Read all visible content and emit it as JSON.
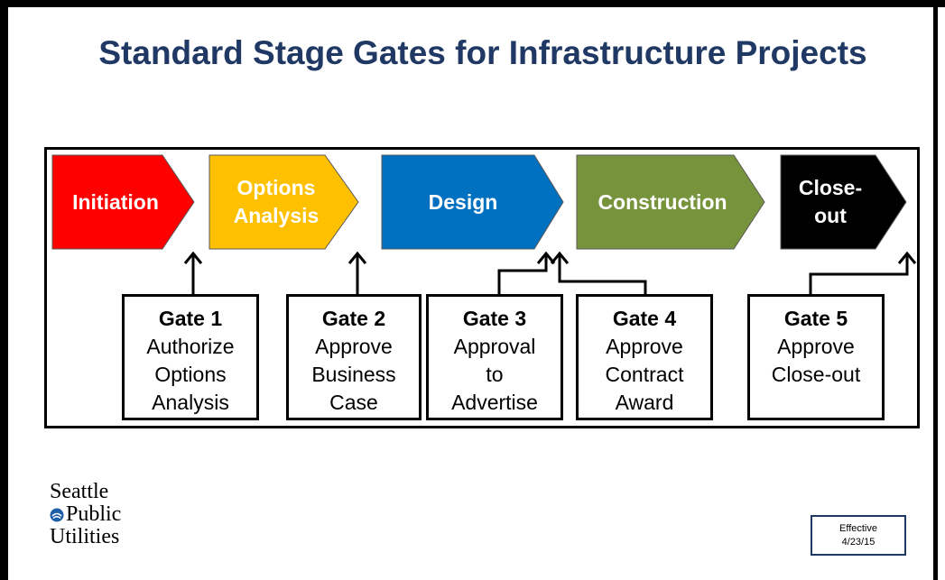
{
  "title": "Standard Stage Gates for Infrastructure Projects",
  "stages": [
    {
      "label": "Initiation",
      "color": "#ff0000"
    },
    {
      "label": "Options\nAnalysis",
      "color": "#ffc000"
    },
    {
      "label": "Design",
      "color": "#0070c0"
    },
    {
      "label": "Construction",
      "color": "#77933c"
    },
    {
      "label": "Close-\nout",
      "color": "#000000"
    }
  ],
  "gates": [
    {
      "name": "Gate 1",
      "desc": "Authorize\nOptions\nAnalysis"
    },
    {
      "name": "Gate 2",
      "desc": "Approve\nBusiness\nCase"
    },
    {
      "name": "Gate 3",
      "desc": "Approval\nto\nAdvertise"
    },
    {
      "name": "Gate 4",
      "desc": "Approve\nContract\nAward"
    },
    {
      "name": "Gate 5",
      "desc": "Approve\nClose-out"
    }
  ],
  "logo": {
    "line1": "Seattle",
    "line2": "Public",
    "line3": "Utilities"
  },
  "effective": {
    "label": "Effective",
    "date": "4/23/15"
  }
}
